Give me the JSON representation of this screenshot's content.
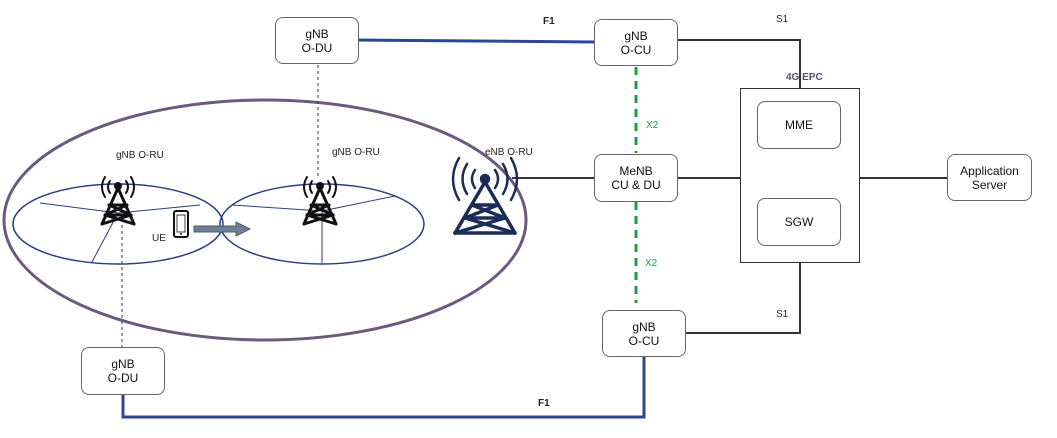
{
  "nodes": {
    "du_top": {
      "line1": "gNB",
      "line2": "O-DU"
    },
    "cu_top": {
      "line1": "gNB",
      "line2": "O-CU"
    },
    "menb": {
      "line1": "MeNB",
      "line2": "CU & DU"
    },
    "cu_bottom": {
      "line1": "gNB",
      "line2": "O-CU"
    },
    "du_bottom": {
      "line1": "gNB",
      "line2": "O-DU"
    },
    "mme": {
      "label": "MME"
    },
    "sgw": {
      "label": "SGW"
    },
    "app_server": {
      "line1": "Application",
      "line2": "Server"
    }
  },
  "labels": {
    "epc": "4G EPC",
    "f1_top": "F1",
    "f1_bottom": "F1",
    "s1_top": "S1",
    "s1_bottom": "S1",
    "x2_top": "X2",
    "x2_bottom": "X2",
    "ru_left": "gNB O-RU",
    "ru_mid": "gNB O-RU",
    "enb_ru": "eNB O-RU",
    "ue": "UE"
  },
  "colors": {
    "f1_link": "#2e4594",
    "x2_link": "#1e9b47",
    "macro_cell": "#6b5a7e",
    "small_cell": "#2a3f7e",
    "tower": "#111111",
    "enb_tower": "#1d2b57",
    "arrow": "#6f7f95"
  }
}
